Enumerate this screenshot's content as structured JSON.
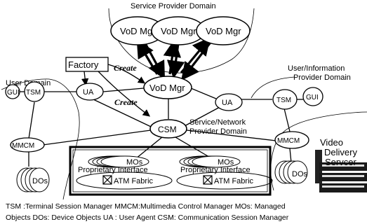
{
  "domains": {
    "service_provider": "Service Provider Domain",
    "user": "User Domain",
    "user_info_line1": "User/Information",
    "user_info_line2": "Provider  Domain",
    "service_network_line1": "Service/Network",
    "service_network_line2": "Provider Domain"
  },
  "nodes": {
    "vod_mgr_1": "VoD Mgr",
    "vod_mgr_2": "VoD Mgr",
    "vod_mgr_3": "VoD Mgr",
    "vod_mgr_main": "VoD Mgr",
    "factory": "Factory",
    "ua_left": "UA",
    "ua_right": "UA",
    "csm": "CSM",
    "tsm_left": "TSM",
    "tsm_right": "TSM",
    "gui_left": "GUI",
    "gui_right": "GUI",
    "mmcm_left": "MMCM",
    "mmcm_right": "MMCM",
    "dos_left": "DOs",
    "dos_right": "DOs",
    "mos_1": "MOs",
    "mos_2": "MOs",
    "proprietary_1": "Proprietary Interface",
    "proprietary_2": "Proprietary Interface",
    "atm_1": "ATM Fabric",
    "atm_2": "ATM Fabric",
    "video_line1": "Video",
    "video_line2": "Delivery",
    "video_line3": "Servcer"
  },
  "edges": {
    "create_1": "Create",
    "create_2": "Create"
  },
  "legend": {
    "line1": "TSM :Terminal Session Manager  MMCM:Multimedia Control Manager MOs: Managed",
    "line2": "Objects DOs: Device Objects UA : User Agent CSM: Communication Session Manager"
  }
}
